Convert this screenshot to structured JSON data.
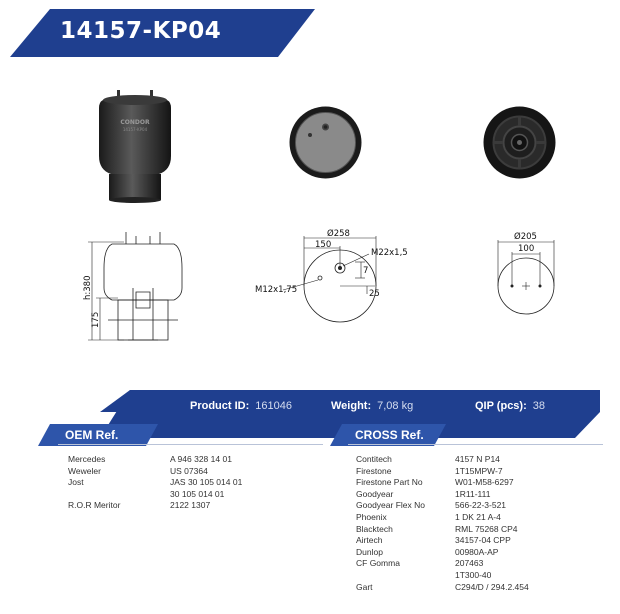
{
  "title": "14157-KP04",
  "colors": {
    "brand_blue": "#1f3f8f",
    "light_blue": "#3d63b8",
    "banner_text": "#ffffff"
  },
  "drawing_labels": {
    "height": "h:380",
    "lower_height": "175",
    "diameter_top": "Ø258",
    "offset": "150",
    "thread_main": "M22x1,5",
    "thread_side": "M12x1,75",
    "small_dim": "7",
    "dim_25": "25",
    "diameter_bottom": "Ø205",
    "bottom_spacing": "100",
    "product_logo_text": "CONDOR"
  },
  "info": {
    "product_id_label": "Product ID:",
    "product_id_value": "161046",
    "weight_label": "Weight:",
    "weight_value": "7,08 kg",
    "qip_label": "QIP (pcs):",
    "qip_value": "38"
  },
  "oem": {
    "title": "OEM Ref.",
    "rows": [
      {
        "brand": "Mercedes",
        "ref": "A 946 328 14 01"
      },
      {
        "brand": "Weweler",
        "ref": "US 07364"
      },
      {
        "brand": "Jost",
        "ref": "JAS 30 105 014 01"
      },
      {
        "brand": "",
        "ref": "30 105 014 01"
      },
      {
        "brand": "R.O.R Meritor",
        "ref": "2122 1307"
      }
    ]
  },
  "cross": {
    "title": "CROSS Ref.",
    "rows": [
      {
        "brand": "Contitech",
        "ref": "4157 N P14"
      },
      {
        "brand": "Firestone",
        "ref": "1T15MPW-7"
      },
      {
        "brand": "Firestone Part No",
        "ref": "W01-M58-6297"
      },
      {
        "brand": "Goodyear",
        "ref": "1R11-111"
      },
      {
        "brand": "Goodyear Flex No",
        "ref": "566-22-3-521"
      },
      {
        "brand": "Phoenix",
        "ref": "1 DK 21 A-4"
      },
      {
        "brand": "Blacktech",
        "ref": "RML 75268 CP4"
      },
      {
        "brand": "Airtech",
        "ref": "34157-04 CPP"
      },
      {
        "brand": "Dunlop",
        "ref": "00980A-AP"
      },
      {
        "brand": "CF Gomma",
        "ref": "207463"
      },
      {
        "brand": "",
        "ref": "1T300-40"
      },
      {
        "brand": "Gart",
        "ref": "C294/D / 294.2.454"
      }
    ]
  }
}
